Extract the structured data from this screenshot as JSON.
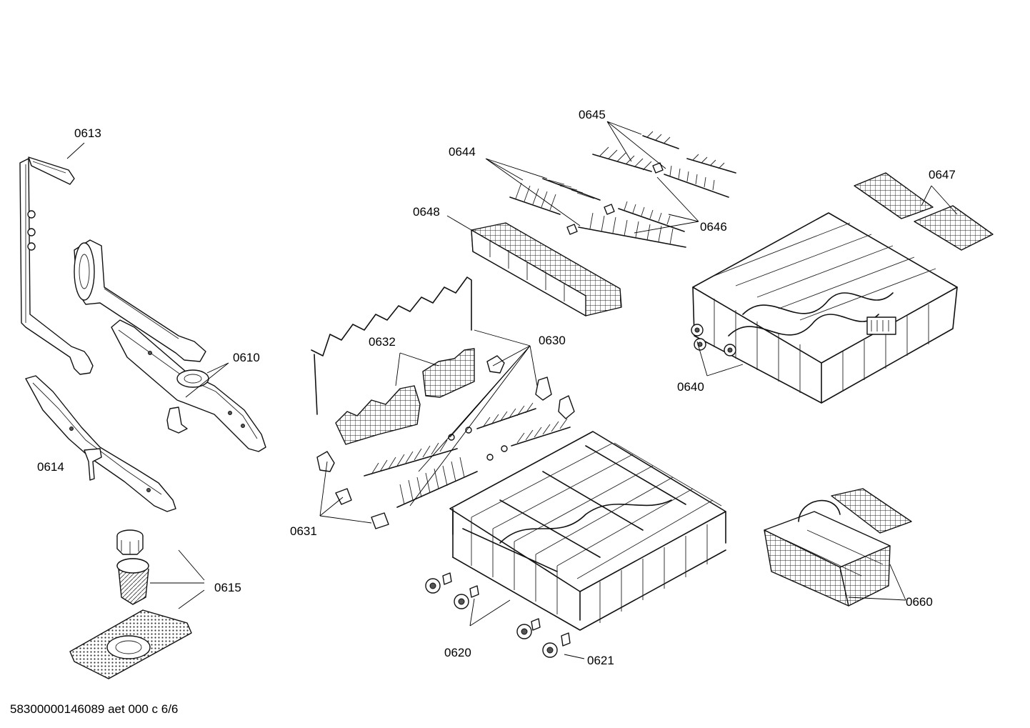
{
  "labels": {
    "p0610": "0610",
    "p0613": "0613",
    "p0614": "0614",
    "p0615": "0615",
    "p0620": "0620",
    "p0621": "0621",
    "p0630": "0630",
    "p0631": "0631",
    "p0632": "0632",
    "p0640": "0640",
    "p0644": "0644",
    "p0645": "0645",
    "p0646": "0646",
    "p0647": "0647",
    "p0648": "0648",
    "p0660": "0660"
  },
  "footer": "58300000146089 aet 000 c 6/6"
}
